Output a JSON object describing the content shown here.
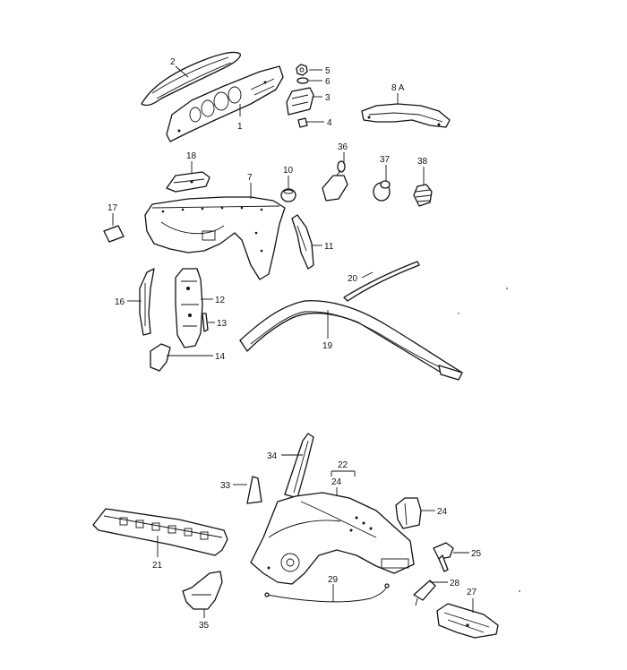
{
  "callouts": {
    "c1": "1",
    "c2": "2",
    "c3": "3",
    "c4": "4",
    "c5": "5",
    "c6": "6",
    "c7": "7",
    "c8a": "8 A",
    "c10": "10",
    "c11": "11",
    "c12": "12",
    "c13": "13",
    "c14": "14",
    "c16": "16",
    "c17": "17",
    "c18": "18",
    "c19": "19",
    "c20": "20",
    "c21": "21",
    "c22": "22",
    "c24a": "24",
    "c24b": "24",
    "c25": "25",
    "c27": "27",
    "c28": "28",
    "c29": "29",
    "c33": "33",
    "c34": "34",
    "c35": "35",
    "c36": "36",
    "c37": "37",
    "c38": "38"
  },
  "colors": {
    "line": "#111111",
    "background": "#ffffff"
  }
}
